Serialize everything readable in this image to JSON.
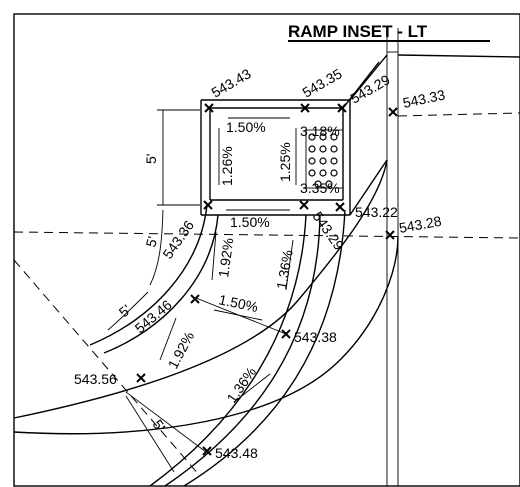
{
  "title": "RAMP INSET - LT",
  "spot_elevations": [
    "543.43",
    "543.35",
    "543.29",
    "543.33",
    "543.22",
    "543.28",
    "543.36",
    "543.29",
    "543.46",
    "543.38",
    "543.56",
    "543.48"
  ],
  "slopes": [
    "1.50%",
    "3.18%",
    "1.26%",
    "1.25%",
    "3.35%",
    "1.50%",
    "1.92%",
    "1.36%",
    "1.50%",
    "1.92%",
    "1.36%"
  ],
  "dimensions": [
    "5'",
    "5'",
    "5'",
    "5'"
  ]
}
